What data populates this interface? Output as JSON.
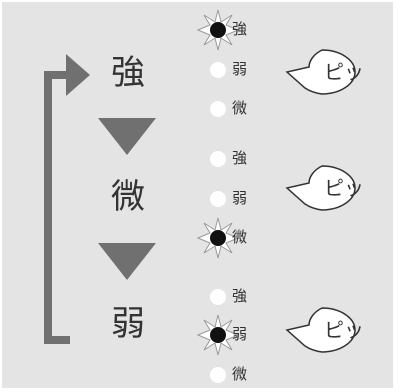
{
  "colors": {
    "background": "#e4e4e4",
    "flow_gray": "#707070",
    "led_on": "#111111",
    "led_off": "#ffffff",
    "text": "#333333"
  },
  "modes": [
    {
      "label": "強",
      "lit_level": "強",
      "beep": "ピッ"
    },
    {
      "label": "微",
      "lit_level": "微",
      "beep": "ピッ"
    },
    {
      "label": "弱",
      "lit_level": "弱",
      "beep": "ピッ"
    }
  ],
  "indicators": [
    {
      "levels": [
        {
          "label": "強",
          "lit": true
        },
        {
          "label": "弱",
          "lit": false
        },
        {
          "label": "微",
          "lit": false
        }
      ]
    },
    {
      "levels": [
        {
          "label": "強",
          "lit": false
        },
        {
          "label": "弱",
          "lit": false
        },
        {
          "label": "微",
          "lit": true
        }
      ]
    },
    {
      "levels": [
        {
          "label": "強",
          "lit": false
        },
        {
          "label": "弱",
          "lit": true
        },
        {
          "label": "微",
          "lit": false
        }
      ]
    }
  ],
  "icons": {
    "flow_arrow": "down-triangle-icon",
    "loop_arrow": "return-loop-arrow-icon",
    "led_on": "lit-led-starburst-icon",
    "led_off": "unlit-led-icon",
    "bubble": "speech-bubble-icon"
  }
}
